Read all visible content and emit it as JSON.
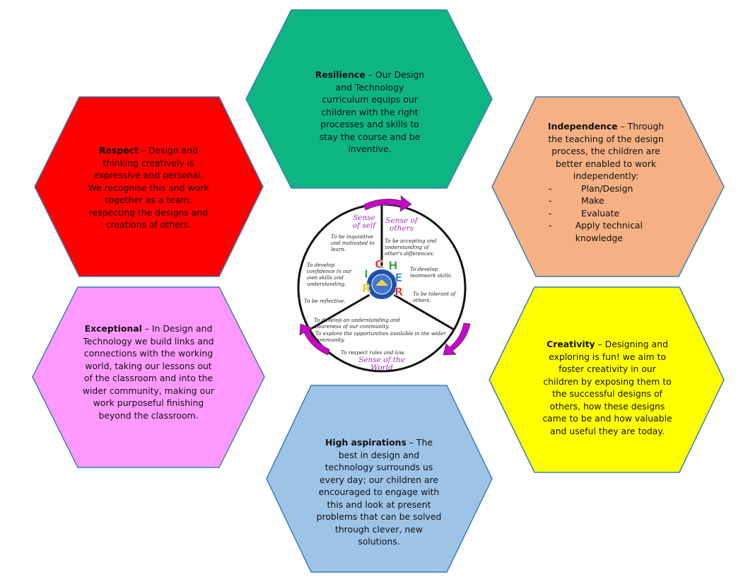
{
  "hexagons": {
    "resilience": {
      "title": "Resilience",
      "body": "Our Design and Technology curriculum equips our children with the right processes and skills to stay the course and be inventive.",
      "color": "#0db582"
    },
    "respect": {
      "title": "Respect",
      "body": "Design and thinking creatively is expressive and personal. We recognise this and work together as a team, respecting the designs and creations of others.",
      "color": "#ff0000"
    },
    "independence": {
      "title": "Independence",
      "body": "Through the teaching of the design process, the children are better enabled to work independently:",
      "bullets": [
        "Plan/Design",
        "Make",
        "Evaluate",
        "Apply technical knowledge"
      ],
      "color": "#f5b083"
    },
    "exceptional": {
      "title": "Exceptional",
      "body": "In Design and Technology we build links and connections with the working world, taking our lessons out of the classroom and into the wider community, making our work purposeful finishing beyond the classroom.",
      "color": "#ff99ff"
    },
    "creativity": {
      "title": "Creativity",
      "body": "Designing and exploring is fun! we aim to foster creativity in our children by exposing them to the successful designs of others, how these designs came to be and how valuable and useful they are today.",
      "color": "#ffff00"
    },
    "aspirations": {
      "title": "High aspirations",
      "body": "The best in design and technology surrounds us every day; our children are encouraged to engage with this and look at present problems that can be solved through clever, new solutions.",
      "color": "#9dc3e6"
    }
  },
  "wheel": {
    "self": {
      "title_line1": "Sense",
      "title_line2": "of self",
      "items": [
        "To be inquisitive and motivated to learn.",
        "To develop confidence in our own skills and understanding.",
        "To be reflective."
      ]
    },
    "others": {
      "title_line1": "Sense of",
      "title_line2": "others",
      "items": [
        "To be accepting and understanding of other's differences.",
        "To develop teamwork skills.",
        "To be tolerant of others."
      ]
    },
    "world": {
      "title_line1": "Sense of the",
      "title_line2": "World",
      "items": [
        "To develop an understanding and awareness of our community.",
        "To explore the opportunities available in the wider community.",
        "To respect rules and law."
      ]
    },
    "center_letters": [
      "R",
      "I",
      "C",
      "H",
      "E",
      "R"
    ],
    "letter_colors": [
      "#f2c200",
      "#2e9e3a",
      "#e7262a",
      "#2e9e3a",
      "#2c7fd6",
      "#e7262a"
    ],
    "arrow_color": "#cc00cc"
  }
}
